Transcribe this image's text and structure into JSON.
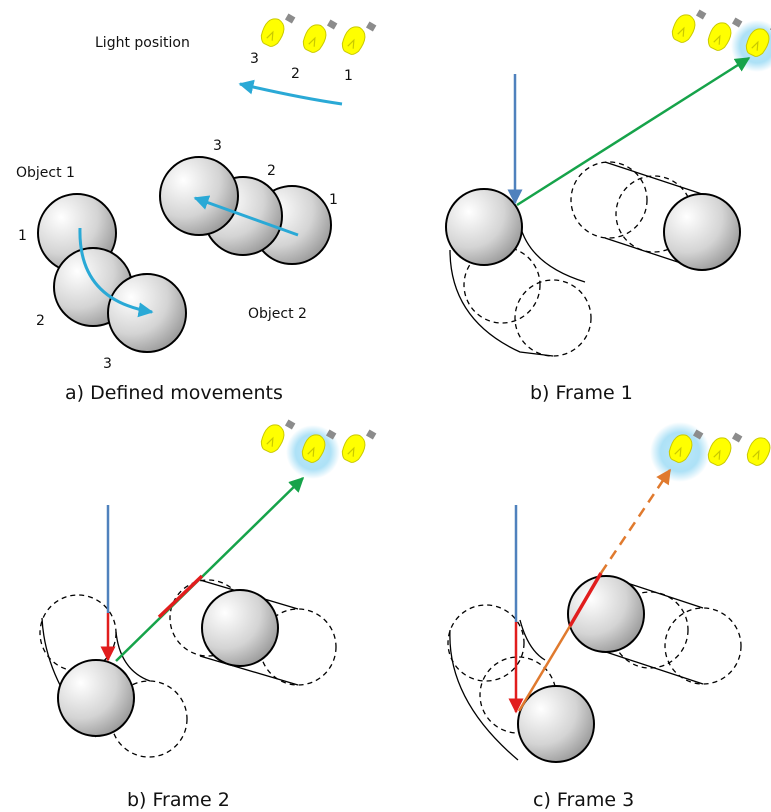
{
  "panel_a": {
    "title": "Light position",
    "light_labels": [
      "3",
      "2",
      "1"
    ],
    "object1_label": "Object 1",
    "object2_label": "Object 2",
    "object1_pos_labels": [
      "1",
      "2",
      "3"
    ],
    "object2_pos_labels": [
      "3",
      "2",
      "1"
    ],
    "caption": "a) Defined movements"
  },
  "panel_b": {
    "caption": "b) Frame 1"
  },
  "panel_c": {
    "caption": "b) Frame 2"
  },
  "panel_d": {
    "caption": "c) Frame 3"
  },
  "colors": {
    "ray_blue": "#4f81bd",
    "ray_green": "#16a34a",
    "ray_red": "#e11d1d",
    "ray_orange": "#e07a2e",
    "motion_arrow": "#2aa9d6",
    "bulb_yellow": "#ffff00",
    "bulb_glow": "#9fdcf5",
    "bulb_cap": "#8c8c8c"
  },
  "icons": [
    "light-bulb-icon"
  ]
}
